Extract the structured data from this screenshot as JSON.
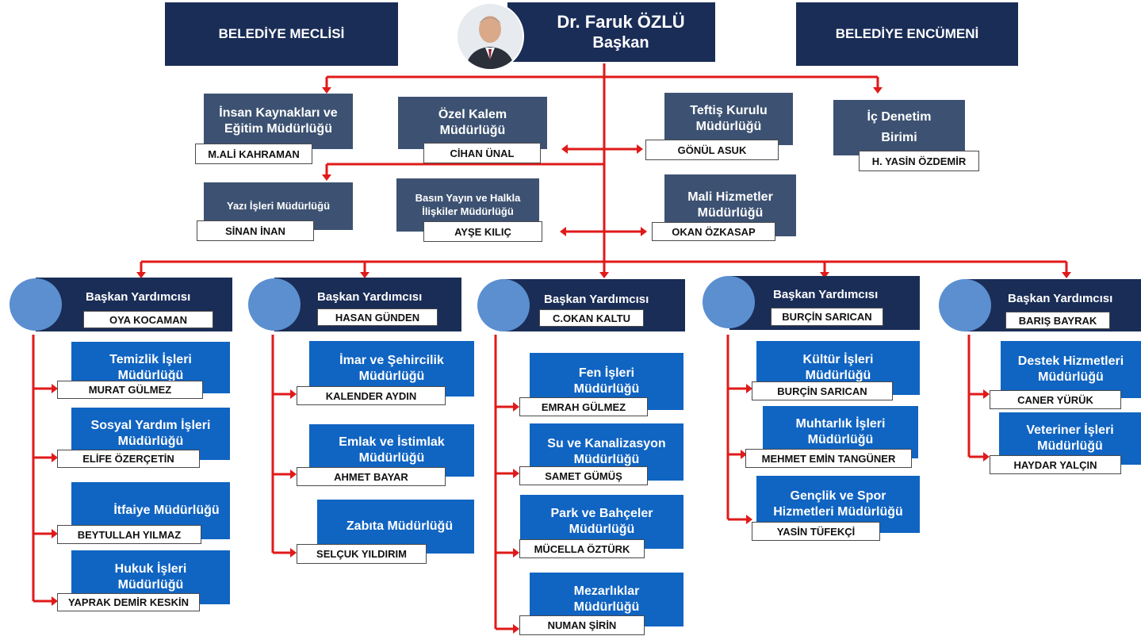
{
  "mayor": {
    "name": "Dr. Faruk ÖZLÜ",
    "title": "Başkan"
  },
  "council": "BELEDİYE MECLİSİ",
  "committee": "BELEDİYE ENCÜMENİ",
  "top_units": [
    {
      "title": "İnsan Kaynakları ve Eğitim Müdürlüğü",
      "manager": "M.ALİ KAHRAMAN"
    },
    {
      "title": "Özel Kalem Müdürlüğü",
      "manager": "CİHAN ÜNAL"
    },
    {
      "title": "Teftiş Kurulu Müdürlüğü",
      "manager": "GÖNÜL ASUK"
    },
    {
      "title": "İç Denetim Birimi",
      "manager": "H. YASİN ÖZDEMİR"
    },
    {
      "title": "Yazı İşleri Müdürlüğü",
      "manager": "SİNAN İNAN"
    },
    {
      "title": "Basın Yayın ve Halkla İlişkiler Müdürlüğü",
      "manager": "AYŞE KILIÇ"
    },
    {
      "title": "Mali Hizmetler Müdürlüğü",
      "manager": "OKAN ÖZKASAP"
    }
  ],
  "deputies": [
    {
      "label": "Başkan Yardımcısı",
      "name": "OYA KOCAMAN",
      "units": [
        {
          "title": "Temizlik İşleri Müdürlüğü",
          "manager": "MURAT GÜLMEZ"
        },
        {
          "title": "Sosyal Yardım İşleri Müdürlüğü",
          "manager": "ELİFE ÖZERÇETİN"
        },
        {
          "title": "İtfaiye Müdürlüğü",
          "manager": "BEYTULLAH YILMAZ"
        },
        {
          "title": "Hukuk İşleri Müdürlüğü",
          "manager": "YAPRAK DEMİR KESKİN"
        }
      ]
    },
    {
      "label": "Başkan Yardımcısı",
      "name": "HASAN GÜNDEN",
      "units": [
        {
          "title": "İmar ve Şehircilik Müdürlüğü",
          "manager": "KALENDER AYDIN"
        },
        {
          "title": "Emlak ve İstimlak Müdürlüğü",
          "manager": "AHMET BAYAR"
        },
        {
          "title": "Zabıta Müdürlüğü",
          "manager": "SELÇUK YILDIRIM"
        }
      ]
    },
    {
      "label": "Başkan Yardımcısı",
      "name": "C.OKAN KALTU",
      "units": [
        {
          "title": "Fen İşleri Müdürlüğü",
          "manager": "EMRAH GÜLMEZ"
        },
        {
          "title": "Su ve Kanalizasyon Müdürlüğü",
          "manager": "SAMET GÜMÜŞ"
        },
        {
          "title": "Park ve Bahçeler Müdürlüğü",
          "manager": "MÜCELLA ÖZTÜRK"
        },
        {
          "title": "Mezarlıklar Müdürlüğü",
          "manager": "NUMAN ŞİRİN"
        }
      ]
    },
    {
      "label": "Başkan Yardımcısı",
      "name": "BURÇİN SARICAN",
      "units": [
        {
          "title": "Kültür İşleri Müdürlüğü",
          "manager": "BURÇİN SARICAN"
        },
        {
          "title": "Muhtarlık İşleri Müdürlüğü",
          "manager": "MEHMET EMİN TANGÜNER"
        },
        {
          "title": "Gençlik ve Spor Hizmetleri Müdürlüğü",
          "manager": "YASİN TÜFEKÇİ"
        }
      ]
    },
    {
      "label": "Başkan Yardımcısı",
      "name": "BARIŞ BAYRAK",
      "units": [
        {
          "title": "Destek Hizmetleri Müdürlüğü",
          "manager": "CANER YÜRÜK"
        },
        {
          "title": "Veteriner İşleri Müdürlüğü",
          "manager": "HAYDAR YALÇIN"
        }
      ]
    }
  ],
  "colors": {
    "navy": "#1a2d57",
    "slate": "#3d5272",
    "blue": "#1064c2",
    "connector": "#e01a1a",
    "circle": "#5b8fd0"
  }
}
